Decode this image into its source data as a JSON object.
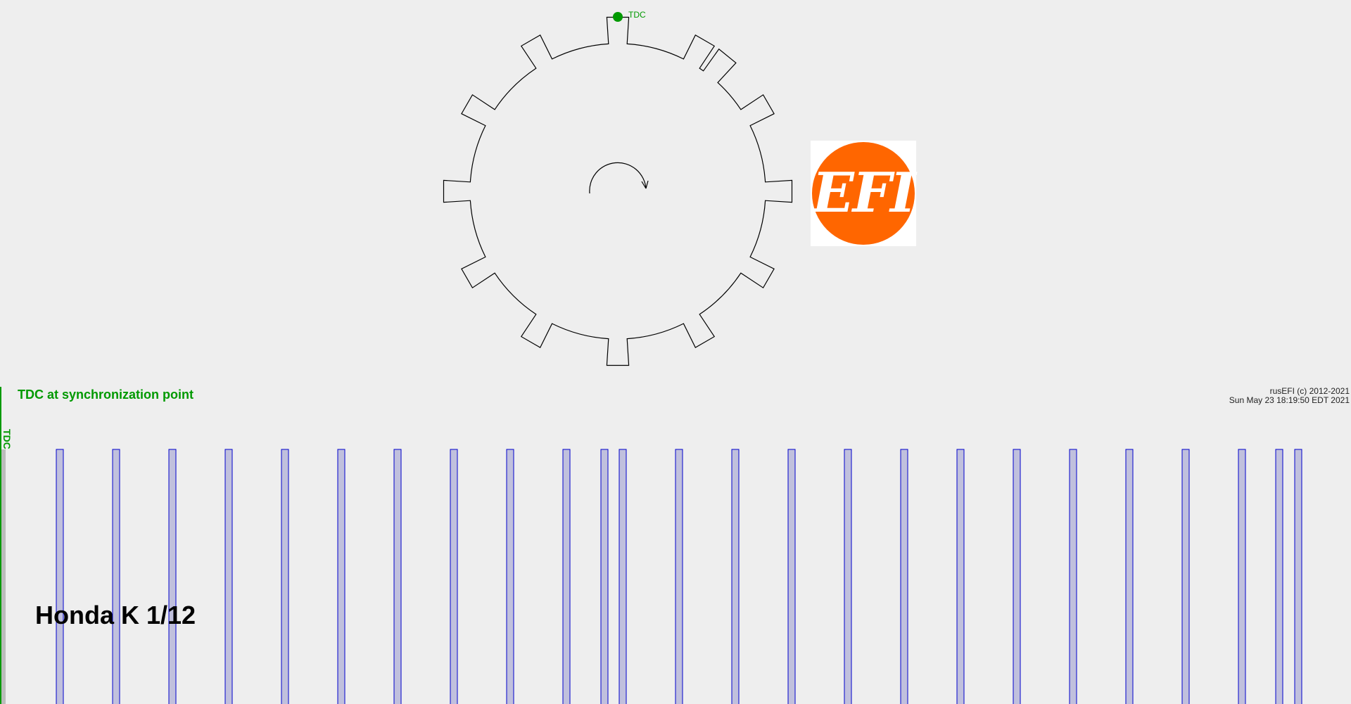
{
  "wheel": {
    "tdc_label": "TDC",
    "tdc_color": "#009900",
    "outline_color": "#000000"
  },
  "logo": {
    "text": "EFI",
    "circle_color": "#ff6600"
  },
  "trigger": {
    "title": "TDC at synchronization point",
    "tdc_axis_label": "TDC",
    "name": "Honda K 1/12",
    "tooth_fill": "#c0c0dd",
    "tooth_stroke": "#0000cc"
  },
  "footer": {
    "copyright": "rusEFI (c) 2012-2021",
    "timestamp": "Sun May 23 18:19:50 EDT 2021"
  }
}
